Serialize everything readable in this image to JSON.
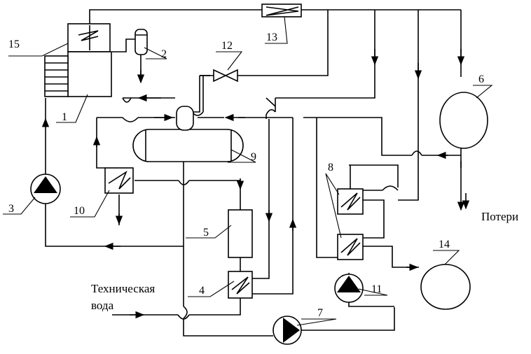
{
  "labels": {
    "n1": "1",
    "n2": "2",
    "n3": "3",
    "n4": "4",
    "n5": "5",
    "n6": "6",
    "n7": "7",
    "n8": "8",
    "n9": "9",
    "n10": "10",
    "n11": "11",
    "n12": "12",
    "n13": "13",
    "n14": "14",
    "n15": "15"
  },
  "text": {
    "losses": "Потери",
    "tech_water_line1": "Техническая",
    "tech_water_line2": "вода"
  }
}
